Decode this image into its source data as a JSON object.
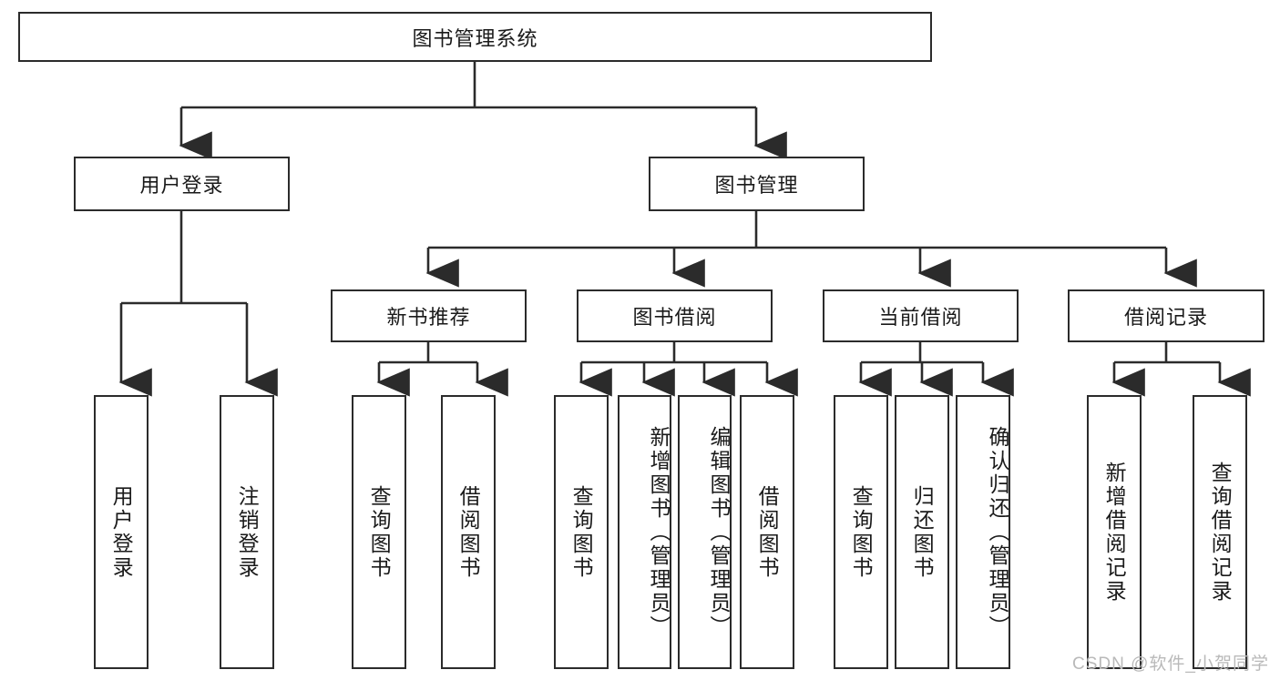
{
  "diagram": {
    "title": "图书管理系统",
    "watermark": "CSDN @软件_小贺同学",
    "colors": {
      "box_border": "#2b2b2b",
      "box_fill": "#ffffff",
      "connector": "#2b2b2b",
      "text": "#1a1a1a",
      "watermark": "#b9b9b9",
      "background": "#ffffff"
    },
    "levels": {
      "root": "图书管理系统",
      "level2": [
        "用户登录",
        "图书管理"
      ],
      "level3": [
        "新书推荐",
        "图书借阅",
        "当前借阅",
        "借阅记录"
      ]
    },
    "nodes": {
      "root": {
        "label": "图书管理系统"
      },
      "user_login": {
        "label": "用户登录"
      },
      "book_manage": {
        "label": "图书管理"
      },
      "new_book_rec": {
        "label": "新书推荐"
      },
      "book_borrow": {
        "label": "图书借阅"
      },
      "current_borrow": {
        "label": "当前借阅"
      },
      "borrow_record": {
        "label": "借阅记录"
      },
      "leaf_user_login": {
        "label": "用户登录"
      },
      "leaf_logout": {
        "label": "注销登录"
      },
      "leaf_query_book_1": {
        "label": "查询图书"
      },
      "leaf_borrow_book_1": {
        "label": "借阅图书"
      },
      "leaf_query_book_2": {
        "label": "查询图书"
      },
      "leaf_add_book_admin": {
        "label": "新增图书（管理员）"
      },
      "leaf_edit_book_admin": {
        "label": "编辑图书（管理员）"
      },
      "leaf_borrow_book_2": {
        "label": "借阅图书"
      },
      "leaf_query_book_3": {
        "label": "查询图书"
      },
      "leaf_return_book": {
        "label": "归还图书"
      },
      "leaf_confirm_return_admin": {
        "label": "确认归还（管理员）"
      },
      "leaf_add_borrow_record": {
        "label": "新增借阅记录"
      },
      "leaf_query_borrow_record": {
        "label": "查询借阅记录"
      }
    }
  }
}
